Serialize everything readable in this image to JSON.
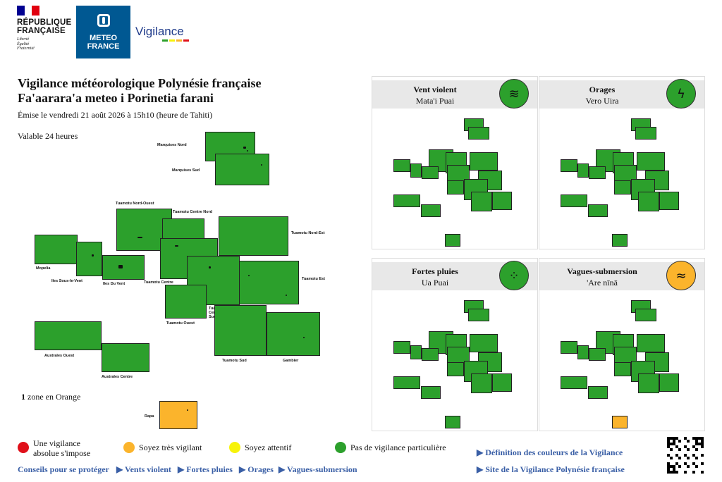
{
  "header": {
    "republique": [
      "RÉPUBLIQUE",
      "FRANÇAISE"
    ],
    "motto": [
      "Liberté",
      "Égalité",
      "Fraternité"
    ],
    "meteo_france": [
      "METEO",
      "FRANCE"
    ],
    "vigilance_logo": "Vigilance"
  },
  "title": {
    "line1": "Vigilance météorologique Polynésie française",
    "line2": "Fa'aarara'a meteo i Porinetia farani",
    "emission": "Émise le vendredi 21 août 2026 à 15h10 (heure de Tahiti)",
    "validity": "Valable 24 heures"
  },
  "zones": [
    {
      "name": "Marquises Nord",
      "level": "green"
    },
    {
      "name": "Marquises Sud",
      "level": "green"
    },
    {
      "name": "Tuamotu Nord-Ouest",
      "level": "green"
    },
    {
      "name": "Tuamotu Centre Nord",
      "level": "green"
    },
    {
      "name": "Tuamotu Nord-Est",
      "level": "green"
    },
    {
      "name": "Mopelia",
      "level": "green"
    },
    {
      "name": "Iles Sous-le-Vent",
      "level": "green"
    },
    {
      "name": "Iles Du Vent",
      "level": "green"
    },
    {
      "name": "Tuamotu Centre",
      "level": "green"
    },
    {
      "name": "Tuamotu Est",
      "level": "green"
    },
    {
      "name": "Tuamotu Ouest",
      "level": "green"
    },
    {
      "name": "Tuamotu Centre Sud",
      "level": "green"
    },
    {
      "name": "Australes Ouest",
      "level": "green"
    },
    {
      "name": "Australes Centre",
      "level": "green"
    },
    {
      "name": "Tuamotu Sud",
      "level": "green"
    },
    {
      "name": "Gambier",
      "level": "green"
    },
    {
      "name": "Rapa",
      "level": "orange"
    }
  ],
  "orange_count": {
    "number": "1",
    "text": "zone en Orange"
  },
  "panels": [
    {
      "title": "Vent violent",
      "subtitle": "Mata'i Puai",
      "icon": "wind-icon",
      "icon_glyph": "≋",
      "level": "green"
    },
    {
      "title": "Orages",
      "subtitle": "Vero Uira",
      "icon": "lightning-icon",
      "icon_glyph": "ϟ",
      "level": "green"
    },
    {
      "title": "Fortes pluies",
      "subtitle": "Ua Puai",
      "icon": "rain-icon",
      "icon_glyph": "⁘",
      "level": "green"
    },
    {
      "title": "Vagues-submersion",
      "subtitle": "'Are nīnā",
      "icon": "wave-icon",
      "icon_glyph": "≈",
      "level": "orange"
    }
  ],
  "legend": [
    {
      "label": "Une vigilance absolue s'impose",
      "color": "#e0101a"
    },
    {
      "label": "Soyez très vigilant",
      "color": "#fbb42c"
    },
    {
      "label": "Soyez attentif",
      "color": "#f7f30a"
    },
    {
      "label": "Pas de vigilance particulière",
      "color": "#2ca02c"
    }
  ],
  "links": {
    "conseils": "Conseils pour se protéger",
    "vents": "▶ Vents violent",
    "pluies": "▶ Fortes pluies",
    "orages": "▶ Orages",
    "vagues": "▶ Vagues-submersion",
    "definition": "▶ Définition des couleurs de la Vigilance",
    "site": "▶ Site de la Vigilance Polynésie française"
  },
  "colors": {
    "green": "#2ca02c",
    "orange": "#fbb42c",
    "link": "#3a5fa6"
  }
}
